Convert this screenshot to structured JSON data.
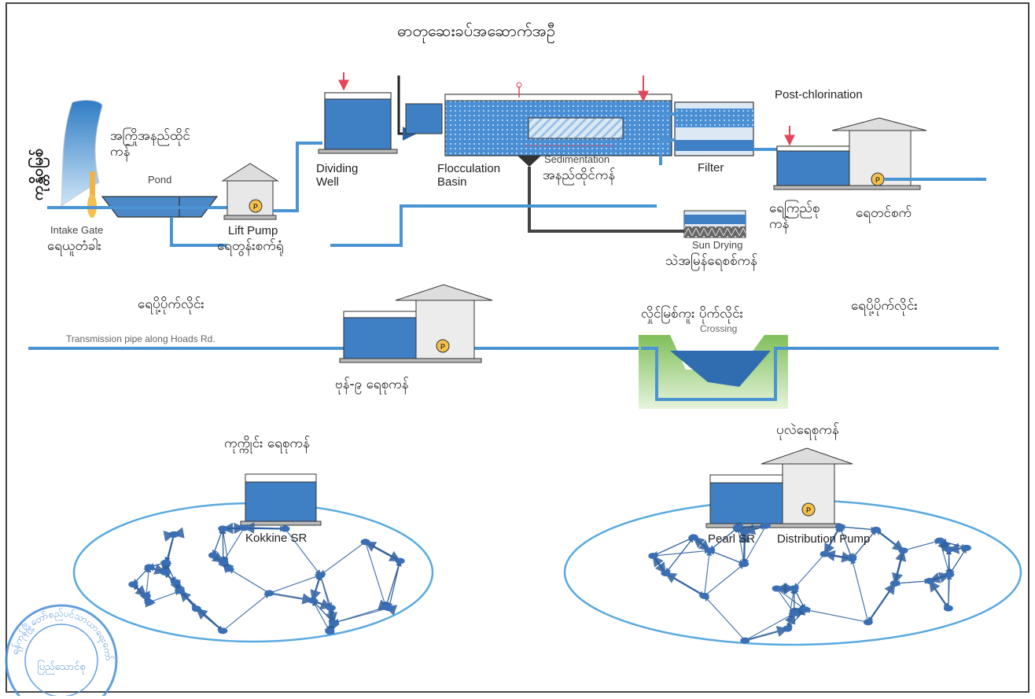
{
  "title": "ဓာတုဆေးခပ်အဆောက်အဦ",
  "source_labels": {
    "river": "ကုန္တိဝမြစ်",
    "intake_gate_en": "Intake Gate",
    "intake_gate_my": "ရေယူတံခါး",
    "pond_en": "Pond",
    "pond_my": "အကြိုအနည်ထိုင်ကန်",
    "lift_pump_en": "Lift Pump",
    "lift_pump_my": "ရေတွန်းစက်ရုံ"
  },
  "treatment_labels": {
    "dividing_well": "Dividing Well",
    "flocculation_basin": "Flocculation Basin",
    "sedimentation_en": "Sedimentation",
    "sedimentation_my": "အနည်ထိုင်ကန်",
    "filter": "Filter",
    "post_chlorination": "Post-chlorination",
    "sun_drying_en": "Sun Drying",
    "sun_drying_my": "သဲအမြန်ရေစစ်ကန်",
    "clear_tank_my": "ရေကြည်စုကန်",
    "transfer_pump_my": "ရေတင်စက်"
  },
  "transmission_labels": {
    "pipe_left": "ရေပို့ပိုက်လိုင်း",
    "pipe_along_en": "Transmission pipe along Hoads Rd.",
    "station_my": "ဗုန်-၉ ရေစုကန်",
    "crossing_my": "လှိုင်မြစ်ကူး ပိုက်လိုင်း",
    "crossing_en": "Crossing",
    "pipe_right": "ရေပို့ပိုက်လိုင်း"
  },
  "distribution_labels": {
    "kokkine_my": "ကုက္ကိုင်း ရေစုကန်",
    "kokkine_en": "Kokkine SR",
    "pearl_my": "ပုလဲရေစုကန်",
    "pearl_en": "Pearl SR",
    "distribution_pump": "Distribution Pump"
  },
  "seal_text": {
    "ring": "ရန်ကုန်မြို့တော်စည်ပင်သာယာရေးကော်မတီ",
    "center": "ပြည်သောင်စု"
  },
  "colors": {
    "water": "#3f86c9",
    "pipe": "#4a94d4",
    "tank_outline": "#333333",
    "arrow_red": "#e0475a",
    "sludge_pipe": "#444444",
    "network_ring": "#5aa9e0",
    "node": "#3a6fb5",
    "green_bank": "#8ac46a",
    "pump_yellow": "#f2c14e",
    "seal_blue": "#4a8fd6"
  }
}
